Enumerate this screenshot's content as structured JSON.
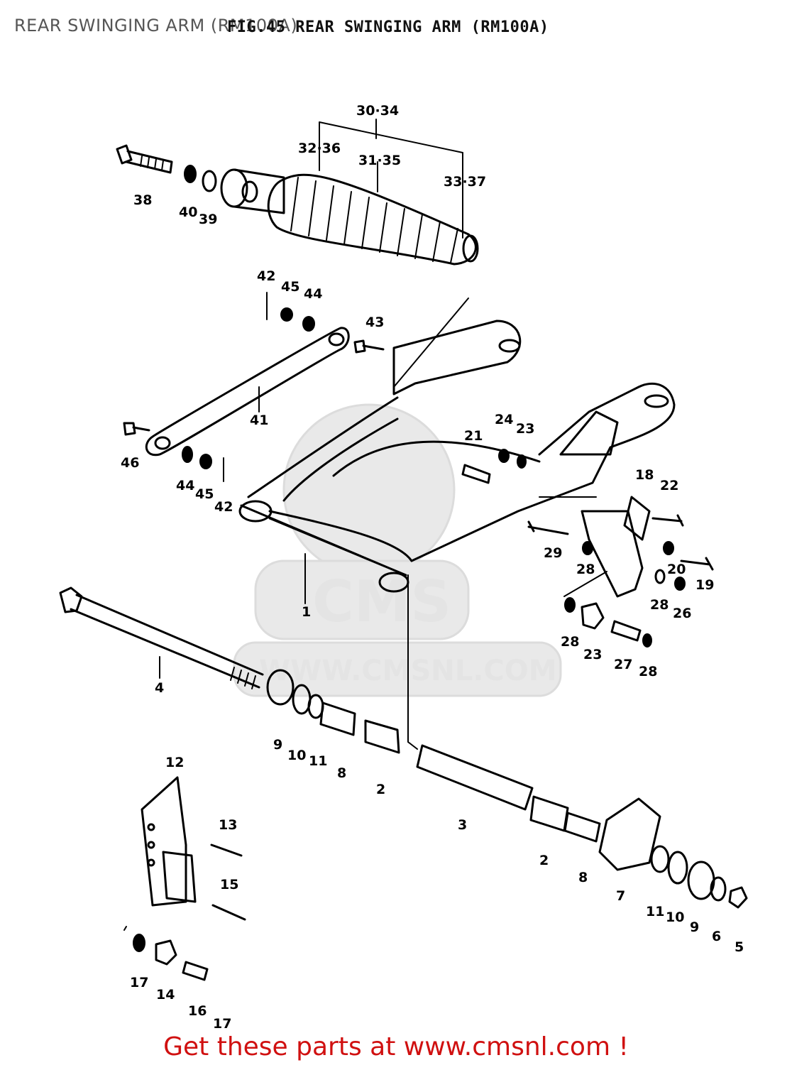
{
  "header": {
    "title": "REAR SWINGING ARM (RM100A)",
    "fig_title": "FIG.45 REAR SWINGING ARM (RM100A)"
  },
  "watermark": {
    "brand": "CMS",
    "url": "WWW.CMSNL.COM"
  },
  "footer": {
    "cta": "Get these parts at www.cmsnl.com !"
  },
  "callouts": {
    "group_30_34": "30·34",
    "group_32_36": "32·36",
    "group_31_35": "31·35",
    "group_33_37": "33·37",
    "n1": "1",
    "n2a": "2",
    "n2b": "2",
    "n3": "3",
    "n4": "4",
    "n5": "5",
    "n6": "6",
    "n7": "7",
    "n8a": "8",
    "n8b": "8",
    "n9a": "9",
    "n9b": "9",
    "n10a": "10",
    "n10b": "10",
    "n11a": "11",
    "n11b": "11",
    "n12": "12",
    "n13": "13",
    "n14": "14",
    "n15": "15",
    "n16": "16",
    "n17a": "17",
    "n17b": "17",
    "n18": "18",
    "n19": "19",
    "n20": "20",
    "n21": "21",
    "n22": "22",
    "n23a": "23",
    "n23b": "23",
    "n24": "24",
    "n26": "26",
    "n27": "27",
    "n28a": "28",
    "n28b": "28",
    "n28c": "28",
    "n28d": "28",
    "n29": "29",
    "n38": "38",
    "n39": "39",
    "n40": "40",
    "n41": "41",
    "n42a": "42",
    "n42b": "42",
    "n43": "43",
    "n44a": "44",
    "n44b": "44",
    "n45a": "45",
    "n45b": "45",
    "n46": "46"
  }
}
